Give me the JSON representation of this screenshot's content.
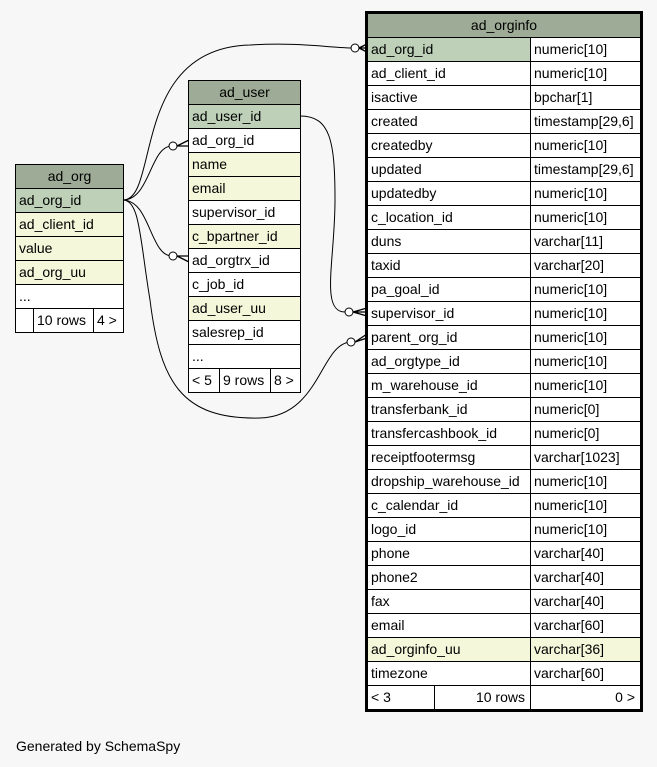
{
  "tables": {
    "ad_org": {
      "name": "ad_org",
      "columns": [
        {
          "name": "ad_org_id",
          "kind": "pk"
        },
        {
          "name": "ad_client_id",
          "kind": "ix"
        },
        {
          "name": "value",
          "kind": "ix"
        },
        {
          "name": "ad_org_uu",
          "kind": "ix"
        },
        {
          "name": "...",
          "kind": "plain"
        }
      ],
      "footer": {
        "left": "",
        "mid": "10 rows",
        "right": "4 >"
      }
    },
    "ad_user": {
      "name": "ad_user",
      "columns": [
        {
          "name": "ad_user_id",
          "kind": "pk"
        },
        {
          "name": "ad_org_id",
          "kind": "plain"
        },
        {
          "name": "name",
          "kind": "ix"
        },
        {
          "name": "email",
          "kind": "ix"
        },
        {
          "name": "supervisor_id",
          "kind": "plain"
        },
        {
          "name": "c_bpartner_id",
          "kind": "ix"
        },
        {
          "name": "ad_orgtrx_id",
          "kind": "plain"
        },
        {
          "name": "c_job_id",
          "kind": "plain"
        },
        {
          "name": "ad_user_uu",
          "kind": "ix"
        },
        {
          "name": "salesrep_id",
          "kind": "plain"
        },
        {
          "name": "...",
          "kind": "plain"
        }
      ],
      "footer": {
        "left": "< 5",
        "mid": "9 rows",
        "right": "8 >"
      }
    },
    "ad_orginfo": {
      "name": "ad_orginfo",
      "columns": [
        {
          "name": "ad_org_id",
          "type": "numeric[10]",
          "kind": "pk"
        },
        {
          "name": "ad_client_id",
          "type": "numeric[10]",
          "kind": "plain"
        },
        {
          "name": "isactive",
          "type": "bpchar[1]",
          "kind": "plain"
        },
        {
          "name": "created",
          "type": "timestamp[29,6]",
          "kind": "plain"
        },
        {
          "name": "createdby",
          "type": "numeric[10]",
          "kind": "plain"
        },
        {
          "name": "updated",
          "type": "timestamp[29,6]",
          "kind": "plain"
        },
        {
          "name": "updatedby",
          "type": "numeric[10]",
          "kind": "plain"
        },
        {
          "name": "c_location_id",
          "type": "numeric[10]",
          "kind": "plain"
        },
        {
          "name": "duns",
          "type": "varchar[11]",
          "kind": "plain"
        },
        {
          "name": "taxid",
          "type": "varchar[20]",
          "kind": "plain"
        },
        {
          "name": "pa_goal_id",
          "type": "numeric[10]",
          "kind": "plain"
        },
        {
          "name": "supervisor_id",
          "type": "numeric[10]",
          "kind": "plain"
        },
        {
          "name": "parent_org_id",
          "type": "numeric[10]",
          "kind": "plain"
        },
        {
          "name": "ad_orgtype_id",
          "type": "numeric[10]",
          "kind": "plain"
        },
        {
          "name": "m_warehouse_id",
          "type": "numeric[10]",
          "kind": "plain"
        },
        {
          "name": "transferbank_id",
          "type": "numeric[0]",
          "kind": "plain"
        },
        {
          "name": "transfercashbook_id",
          "type": "numeric[0]",
          "kind": "plain"
        },
        {
          "name": "receiptfootermsg",
          "type": "varchar[1023]",
          "kind": "plain"
        },
        {
          "name": "dropship_warehouse_id",
          "type": "numeric[10]",
          "kind": "plain"
        },
        {
          "name": "c_calendar_id",
          "type": "numeric[10]",
          "kind": "plain"
        },
        {
          "name": "logo_id",
          "type": "numeric[10]",
          "kind": "plain"
        },
        {
          "name": "phone",
          "type": "varchar[40]",
          "kind": "plain"
        },
        {
          "name": "phone2",
          "type": "varchar[40]",
          "kind": "plain"
        },
        {
          "name": "fax",
          "type": "varchar[40]",
          "kind": "plain"
        },
        {
          "name": "email",
          "type": "varchar[60]",
          "kind": "plain"
        },
        {
          "name": "ad_orginfo_uu",
          "type": "varchar[36]",
          "kind": "ix"
        },
        {
          "name": "timezone",
          "type": "varchar[60]",
          "kind": "plain"
        }
      ],
      "footer": {
        "left": "< 3",
        "mid": "10 rows",
        "right": "0 >"
      }
    }
  },
  "relationships": [
    {
      "from": "ad_org.ad_org_id",
      "to": "ad_orginfo.ad_org_id"
    },
    {
      "from": "ad_org.ad_org_id",
      "to": "ad_user.ad_org_id"
    },
    {
      "from": "ad_org.ad_org_id",
      "to": "ad_user.ad_orgtrx_id"
    },
    {
      "from": "ad_org.ad_org_id",
      "to": "ad_orginfo.parent_org_id"
    },
    {
      "from": "ad_user.ad_user_id",
      "to": "ad_orginfo.supervisor_id"
    }
  ],
  "colors": {
    "header": "#9eab96",
    "primary_key": "#bed1b8",
    "indexed": "#f4f7da",
    "plain": "#ffffff",
    "background": "#f7f7f7"
  },
  "credit": "Generated by SchemaSpy"
}
